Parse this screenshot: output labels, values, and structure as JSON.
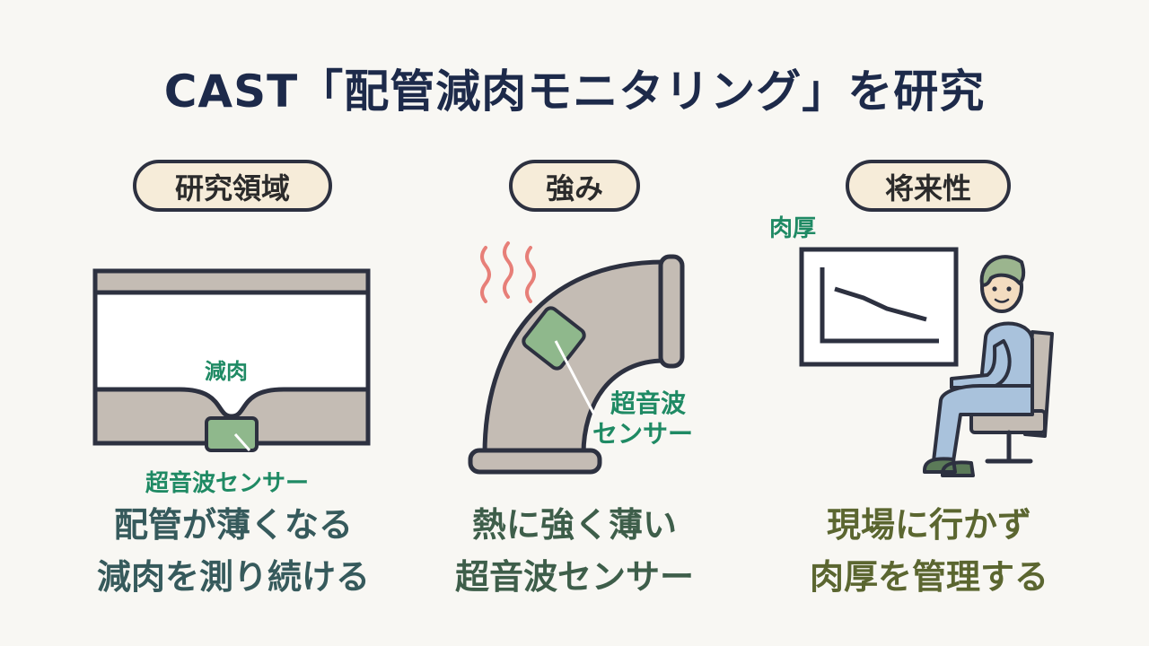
{
  "title": "CAST「配管減肉モニタリング」を研究",
  "columns": [
    {
      "heading": "研究領域",
      "labels": {
        "thinning": "減肉",
        "sensor": "超音波センサー"
      },
      "caption_line1": "配管が薄くなる",
      "caption_line2": "減肉を測り続ける"
    },
    {
      "heading": "強み",
      "labels": {
        "sensor_line1": "超音波",
        "sensor_line2": "センサー"
      },
      "caption_line1": "熱に強く薄い",
      "caption_line2": "超音波センサー"
    },
    {
      "heading": "将来性",
      "labels": {
        "chart_label": "肉厚"
      },
      "caption_line1": "現場に行かず",
      "caption_line2": "肉厚を管理する"
    }
  ],
  "colors": {
    "navy": "#1d2a4a",
    "pill_bg": "#f6ecd9",
    "pipe_gray": "#c4bcb4",
    "sensor_green": "#8fb88c",
    "label_green": "#1f8a64",
    "heat_red": "#e77f78"
  }
}
